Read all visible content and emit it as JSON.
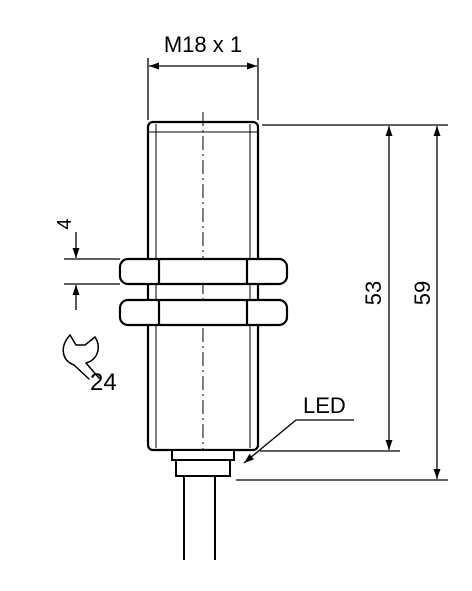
{
  "drawing": {
    "thread_label": "M18 x 1",
    "nut_thickness": "4",
    "wrench_size": "24",
    "led_label": "LED",
    "dim_53": "53",
    "dim_59": "59",
    "wrench_icon": "wrench-icon"
  }
}
